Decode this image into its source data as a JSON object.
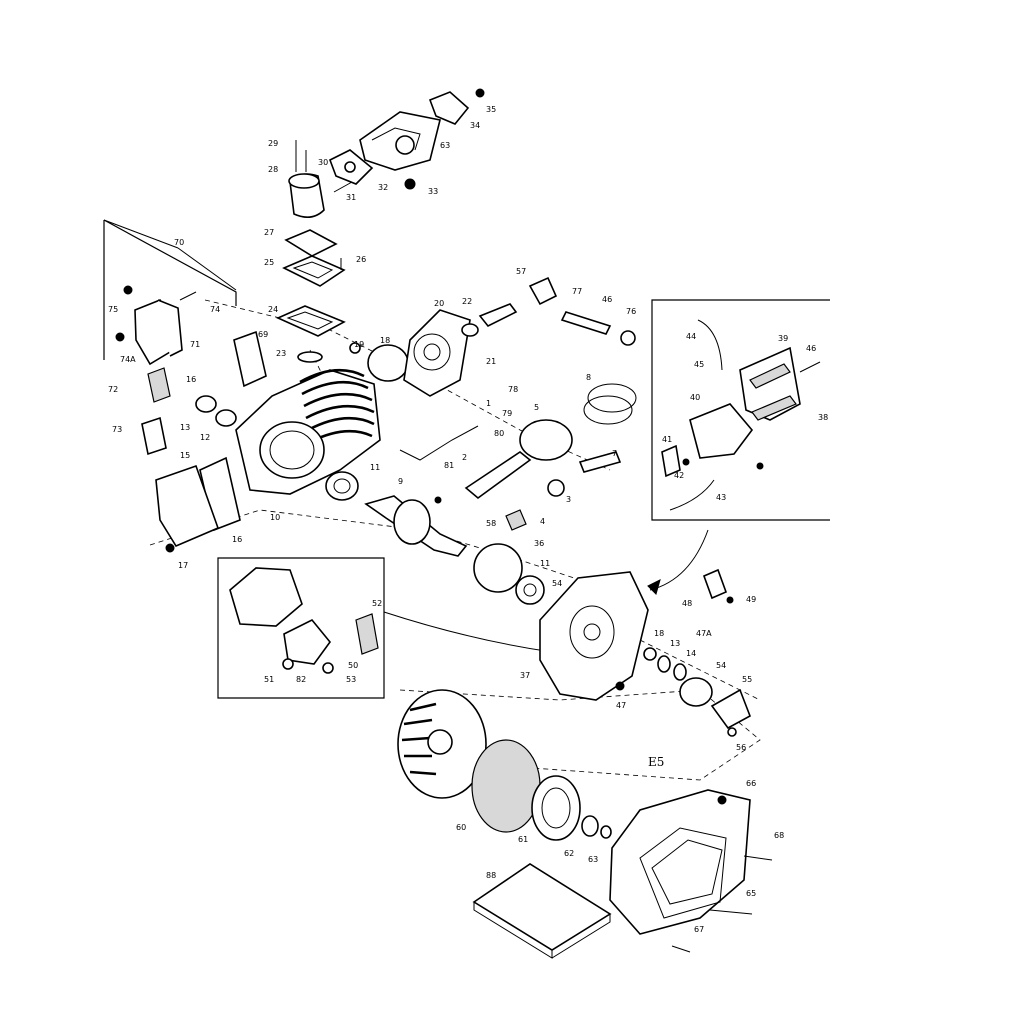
{
  "page_mark": "E5",
  "part_labels": [
    "35",
    "34",
    "29",
    "30",
    "63",
    "32",
    "28",
    "31",
    "33",
    "27",
    "26",
    "25",
    "24",
    "70",
    "57",
    "77",
    "46",
    "76",
    "75",
    "74",
    "71",
    "74A",
    "69",
    "23",
    "20",
    "22",
    "19",
    "18",
    "21",
    "44",
    "45",
    "39",
    "46",
    "78",
    "72",
    "16",
    "79",
    "13",
    "12",
    "8",
    "73",
    "11",
    "80",
    "81",
    "2",
    "1",
    "40",
    "38",
    "41",
    "15",
    "42",
    "9",
    "43",
    "16",
    "10",
    "5",
    "7",
    "3",
    "4",
    "17",
    "58",
    "36",
    "49",
    "48",
    "47A",
    "52",
    "11",
    "54",
    "18",
    "13",
    "14",
    "37",
    "54",
    "55",
    "51",
    "82",
    "50",
    "53",
    "47",
    "56",
    "61",
    "60",
    "62",
    "63",
    "66",
    "68",
    "65",
    "67",
    "88"
  ]
}
